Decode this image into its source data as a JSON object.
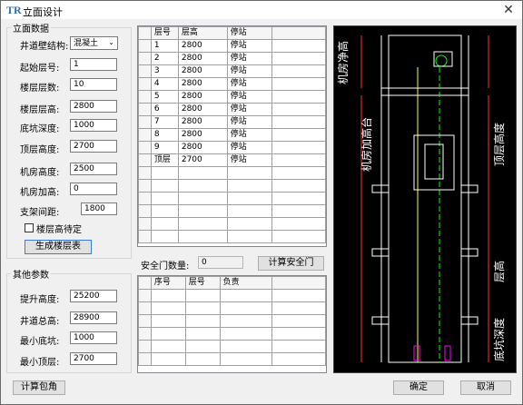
{
  "window": {
    "title": "立面设计",
    "icon": "tr-app-icon",
    "close": "✕"
  },
  "elevation": {
    "legend": "立面数据",
    "fields": [
      {
        "label": "井道壁结构:",
        "value": "混凝土",
        "type": "select"
      },
      {
        "label": "起始层号:",
        "value": "1"
      },
      {
        "label": "楼层层数:",
        "value": "10"
      },
      {
        "label": "楼层层高:",
        "value": "2800"
      },
      {
        "label": "底坑深度:",
        "value": "1000"
      },
      {
        "label": "顶层高度:",
        "value": "2700"
      },
      {
        "label": "机房高度:",
        "value": "2500"
      },
      {
        "label": "机房加高:",
        "value": "0"
      },
      {
        "label": "支架间距:",
        "value": "1800"
      }
    ],
    "checkbox_label": "楼层高待定",
    "generate_button": "生成楼层表"
  },
  "other": {
    "legend": "其他参数",
    "fields": [
      {
        "label": "提升高度:",
        "value": "25200"
      },
      {
        "label": "井道总高:",
        "value": "28900"
      },
      {
        "label": "最小底坑:",
        "value": "1000"
      },
      {
        "label": "最小顶层:",
        "value": "2700"
      }
    ]
  },
  "floor_table": {
    "headers": [
      "层号",
      "层高",
      "停站"
    ],
    "rows": [
      [
        "1",
        "2800",
        "停站"
      ],
      [
        "2",
        "2800",
        "停站"
      ],
      [
        "3",
        "2800",
        "停站"
      ],
      [
        "4",
        "2800",
        "停站"
      ],
      [
        "5",
        "2800",
        "停站"
      ],
      [
        "6",
        "2800",
        "停站"
      ],
      [
        "7",
        "2800",
        "停站"
      ],
      [
        "8",
        "2800",
        "停站"
      ],
      [
        "9",
        "2800",
        "停站"
      ],
      [
        "顶层",
        "2700",
        "停站"
      ]
    ]
  },
  "safety": {
    "label": "安全门数量:",
    "value": "0",
    "button": "计算安全门",
    "headers": [
      "序号",
      "层号",
      "负责"
    ]
  },
  "preview": {
    "labels": [
      "机房净高",
      "机房加高台",
      "顶层高度",
      "层高",
      "底坑深度"
    ],
    "colors": {
      "wall": "#ffffff",
      "dim": "#ff3030",
      "rail": "#ffff40",
      "car": "#00ff00",
      "accent": "#ff00ff"
    }
  },
  "footer": {
    "calc_button": "计算包角",
    "ok": "确定",
    "cancel": "取消"
  }
}
